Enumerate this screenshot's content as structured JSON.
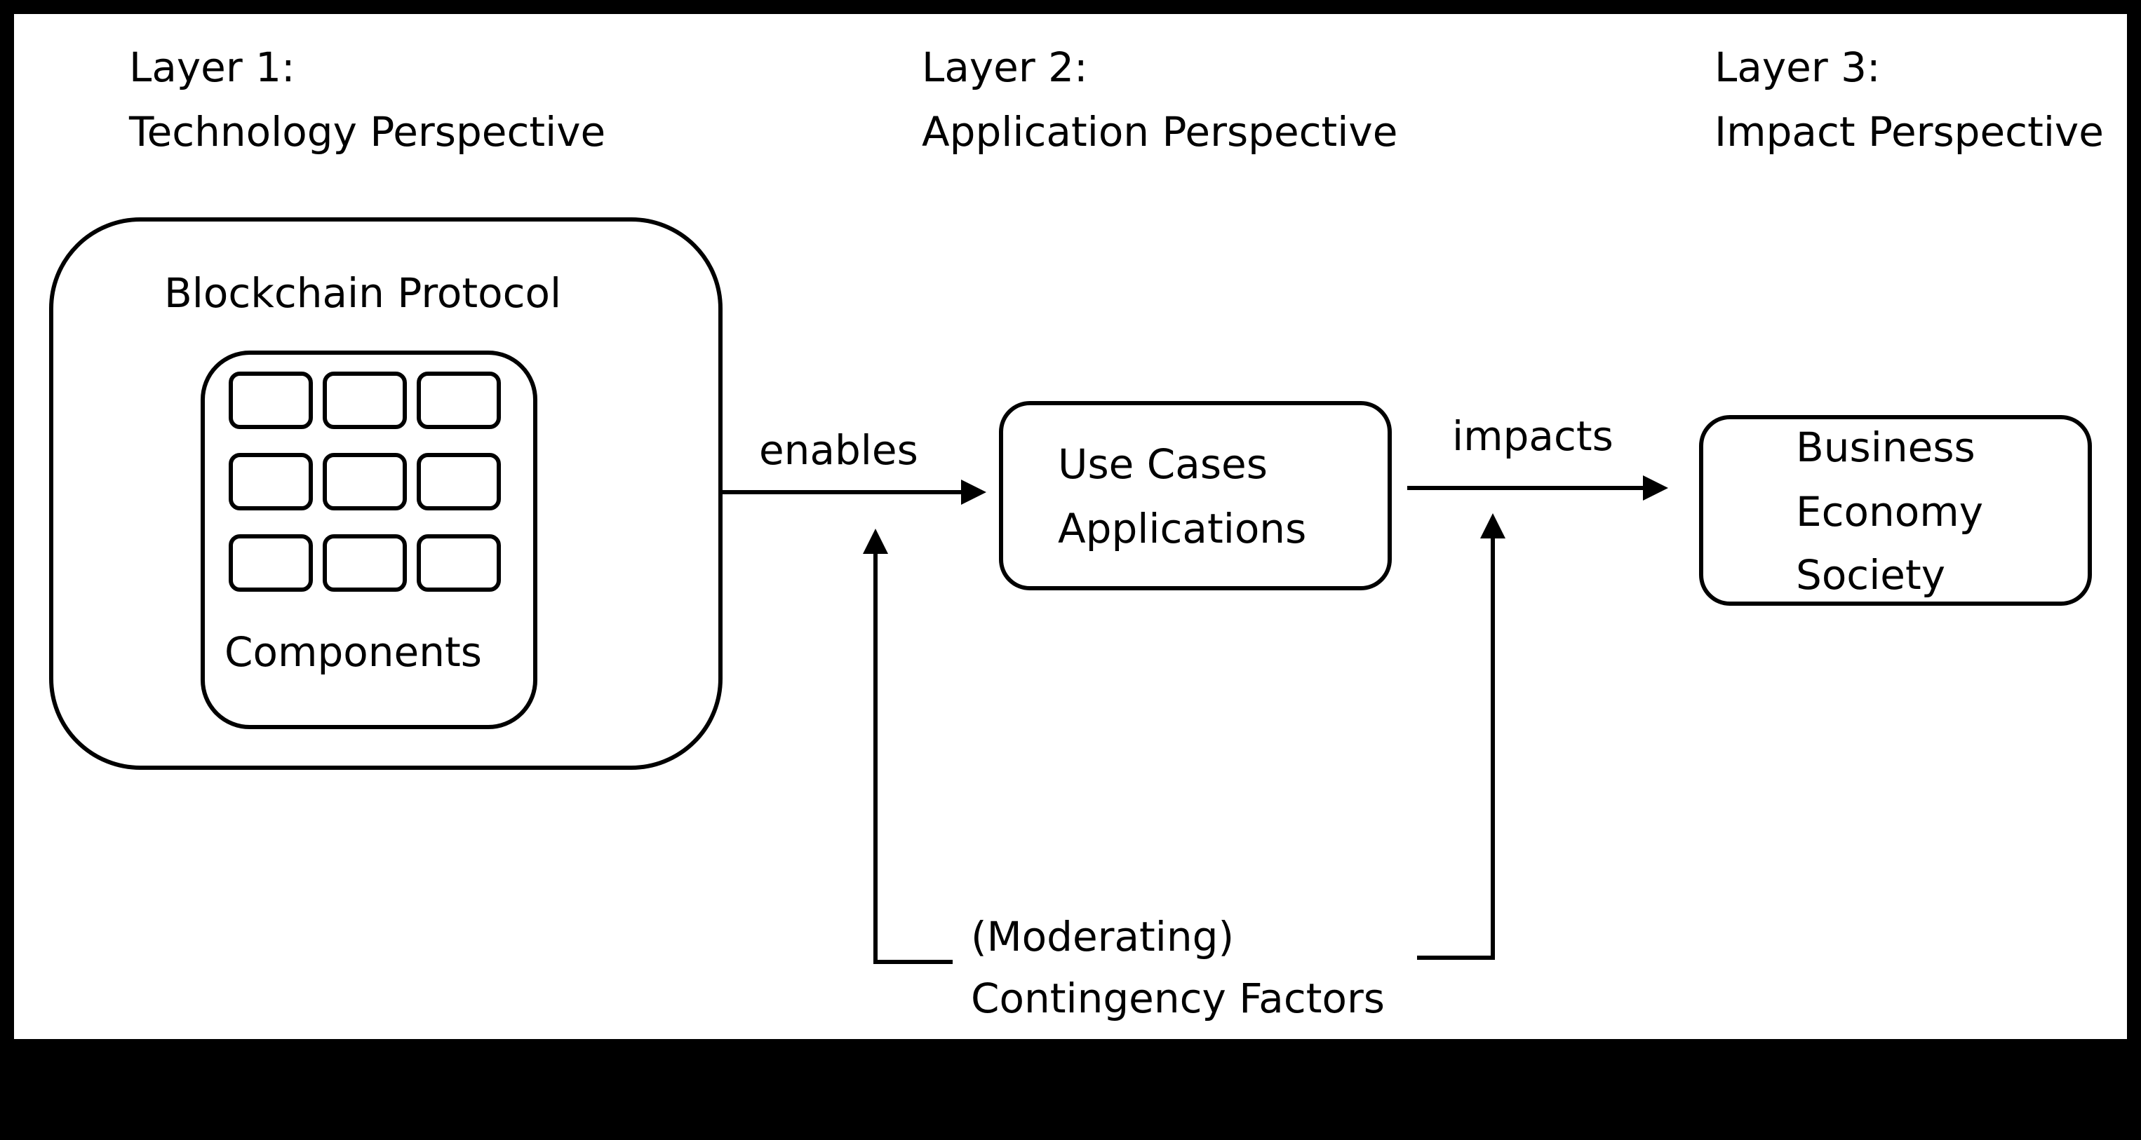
{
  "layers": [
    {
      "line1": "Layer 1:",
      "line2": "Technology Perspective"
    },
    {
      "line1": "Layer 2:",
      "line2": "Application Perspective"
    },
    {
      "line1": "Layer 3:",
      "line2": "Impact Perspective"
    }
  ],
  "protocol": {
    "title": "Blockchain Protocol",
    "components_label": "Components",
    "grid": {
      "rows": 3,
      "cols": 3
    }
  },
  "arrows": {
    "enables": "enables",
    "impacts": "impacts"
  },
  "use_cases": {
    "line1": "Use Cases",
    "line2": "Applications"
  },
  "impact": {
    "line1": "Business",
    "line2": "Economy",
    "line3": "Society"
  },
  "contingency": {
    "line1": "(Moderating)",
    "line2": "Contingency Factors"
  },
  "colors": {
    "background": "#000000",
    "panel": "#ffffff",
    "ink": "#000000"
  }
}
